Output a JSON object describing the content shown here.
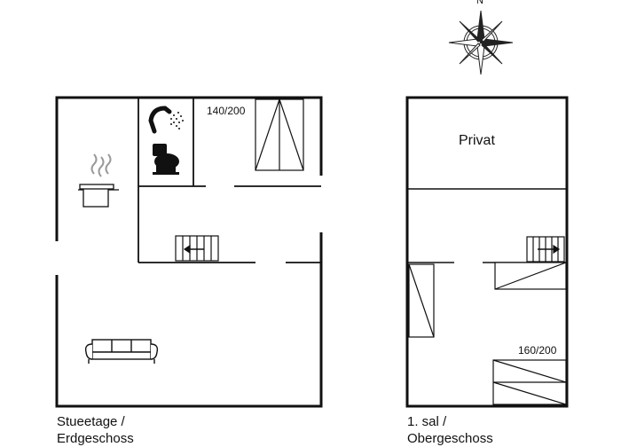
{
  "compass": {
    "north_label": "N"
  },
  "ground_floor": {
    "label_line1": "Stueetage /",
    "label_line2": "Erdgeschoss",
    "bed_label": "140/200"
  },
  "first_floor": {
    "label_line1": "1. sal /",
    "label_line2": "Obergeschoss",
    "room_label": "Privat",
    "bed_label": "160/200"
  },
  "icons": [
    "compass-rose-icon",
    "shower-icon",
    "toilet-icon",
    "cooking-pot-icon",
    "sofa-icon",
    "staircase-icon",
    "bed-icon"
  ]
}
